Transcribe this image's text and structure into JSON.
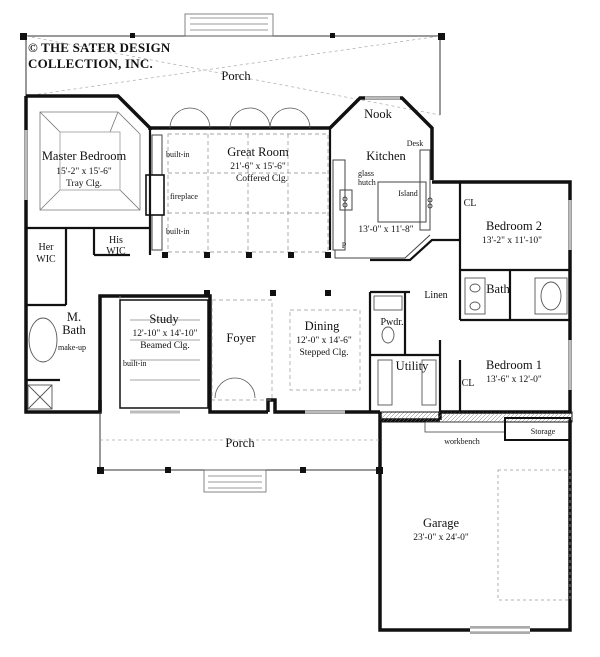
{
  "copyright": {
    "line1": "© THE SATER DESIGN",
    "line2": "COLLECTION, INC."
  },
  "rooms": {
    "porch_top": "Porch",
    "nook": "Nook",
    "desk": "Desk",
    "master_bedroom": {
      "name": "Master Bedroom",
      "dims": "15'-2\" x 15'-6\"",
      "ceiling": "Tray Clg."
    },
    "great_room": {
      "name": "Great Room",
      "dims": "21'-6\" x 15'-6\"",
      "ceiling": "Coffered Clg."
    },
    "kitchen": {
      "name": "Kitchen",
      "dims": "13'-0\" x 11'-8\""
    },
    "glass_hutch": [
      "glass",
      "hutch"
    ],
    "island": "Island",
    "pantry": "P",
    "fireplace": "fireplace",
    "builtin_top": "built-in",
    "builtin_bottom": "built-in",
    "builtin_study": "built-in",
    "bedroom2": {
      "name": "Bedroom 2",
      "dims": "13'-2\" x 11'-10\""
    },
    "cl_top": "CL",
    "cl_bottom": "CL",
    "her_wic": [
      "Her",
      "WIC"
    ],
    "his_wic": [
      "His",
      "WIC"
    ],
    "linen": "Linen",
    "bath": "Bath",
    "m_bath": [
      "M.",
      "Bath"
    ],
    "makeup": "make-up",
    "study": {
      "name": "Study",
      "dims": "12'-10\" x 14'-10\"",
      "ceiling": "Beamed Clg."
    },
    "foyer": "Foyer",
    "dining": {
      "name": "Dining",
      "dims": "12'-0\" x 14'-6\"",
      "ceiling": "Stepped Clg."
    },
    "pwdr": "Pwdr.",
    "utility": "Utility",
    "bedroom1": {
      "name": "Bedroom 1",
      "dims": "13'-6\" x 12'-0\""
    },
    "porch_bottom": "Porch",
    "workbench": "workbench",
    "storage": "Storage",
    "garage": {
      "name": "Garage",
      "dims": "23'-0\" x 24'-0\""
    }
  }
}
